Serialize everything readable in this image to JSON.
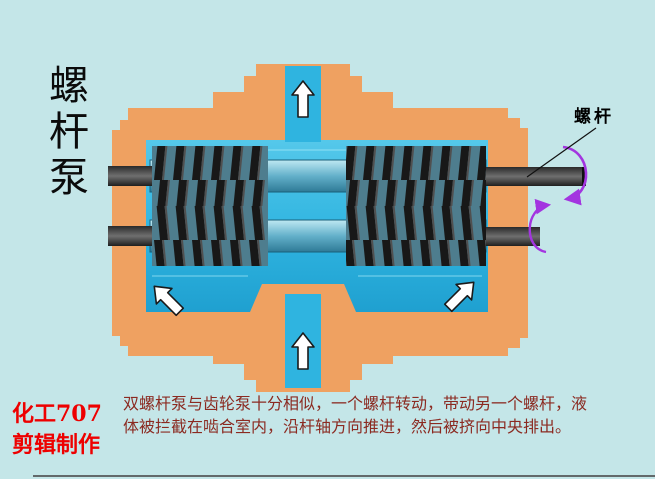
{
  "page": {
    "background_color": "#c4e6e8"
  },
  "title": {
    "text": "螺杆泵"
  },
  "diagram": {
    "screw_label": "螺杆",
    "colors": {
      "casing": "#efa161",
      "liquid": "#2fb4e0",
      "liquid_light": "#9fe6f6",
      "screw_thread": "#181818",
      "shaft": "#3a3a3a",
      "rotation_arrow": "#a335e0",
      "flow_arrow_fill": "#ffffff",
      "flow_arrow_outline": "#1a1a1a"
    },
    "icons": {
      "flow_arrow": "white outlined block arrow (flow direction)",
      "rotation_arrow": "purple curved arrow (screw rotation)"
    }
  },
  "caption": {
    "lines": [
      "双螺杆泵与齿轮泵十分相似，一个螺杆转动，带动另一个螺杆，液",
      "体被拦截在啮合室内，沿杆轴方向推进，然后被挤向中央排出。"
    ]
  },
  "watermark": {
    "lines": [
      "化工707",
      "剪辑制作"
    ]
  }
}
